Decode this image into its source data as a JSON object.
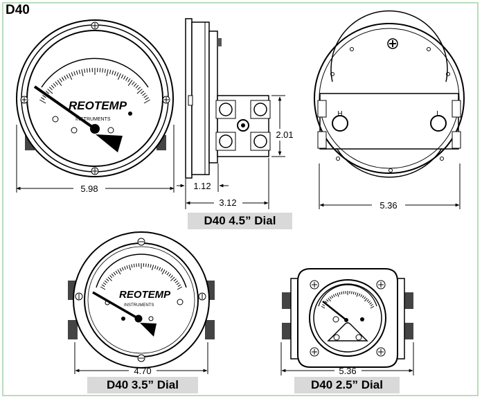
{
  "title": "D40",
  "brand": {
    "name": "REOTEMP",
    "sub": "INSTRUMENTS"
  },
  "port_labels": {
    "high": "H",
    "low": "L"
  },
  "dimensions": {
    "front_width": "5.98",
    "side_body_depth": "1.12",
    "side_total_depth": "3.12",
    "side_height": "2.01",
    "back_width": "5.36",
    "mid_width": "4.70",
    "small_width": "5.36"
  },
  "captions": {
    "large": "D40 4.5” Dial",
    "medium": "D40 3.5” Dial",
    "small": "D40 2.5” Dial"
  }
}
